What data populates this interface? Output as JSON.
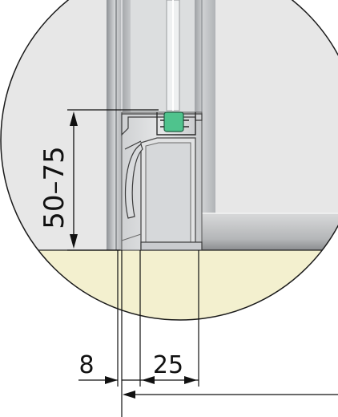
{
  "dimensions": {
    "height_range": "50–75",
    "offset": "8",
    "profile_width": "25"
  },
  "colors": {
    "floor": "#f3f0cf",
    "frame": "#b3b6b9",
    "gasket": "#4fc38d",
    "line": "#1a1a1a",
    "background": "#ffffff"
  },
  "icons": {
    "arrow": "filled-triangle-arrowhead"
  }
}
